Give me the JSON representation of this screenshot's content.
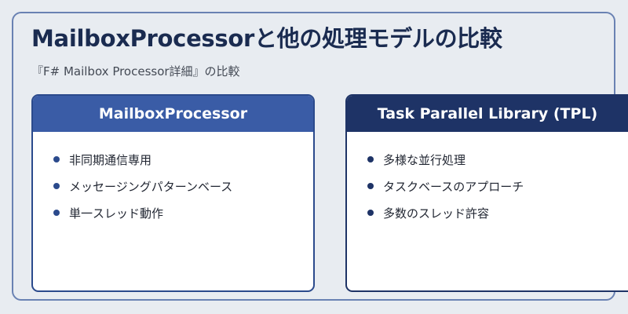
{
  "title": "MailboxProcessorと他の処理モデルの比較",
  "subtitle": "『F# Mailbox Processor詳細』の比較",
  "colors": {
    "left_header": "#3a5ca6",
    "right_header": "#1e3366",
    "title_text": "#1a2b50",
    "background": "#e8ecf1"
  },
  "cards": [
    {
      "header": "MailboxProcessor",
      "items": [
        "非同期通信専用",
        "メッセージングパターンベース",
        "単一スレッド動作"
      ]
    },
    {
      "header": "Task Parallel Library (TPL)",
      "items": [
        "多様な並行処理",
        "タスクベースのアプローチ",
        "多数のスレッド許容"
      ]
    }
  ]
}
